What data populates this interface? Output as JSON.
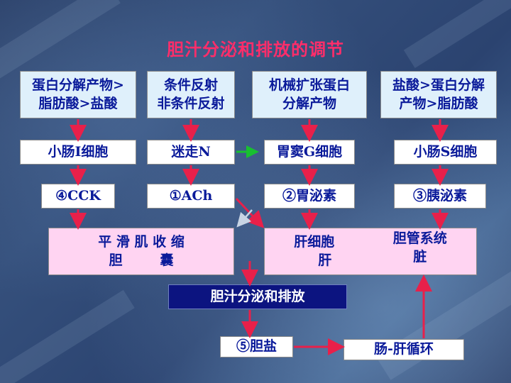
{
  "title": "胆汁分泌和排放的调节",
  "row1": [
    {
      "line1": "蛋白分解产物>",
      "line2": "脂肪酸>盐酸"
    },
    {
      "line1": "条件反射",
      "line2": "非条件反射"
    },
    {
      "line1": "机械扩张蛋白",
      "line2": "分解产物"
    },
    {
      "line1": "盐酸>蛋白分解",
      "line2": "产物>脂肪酸"
    }
  ],
  "row2": [
    "小肠I细胞",
    "迷走N",
    "胃窦G细胞",
    "小肠S细胞"
  ],
  "row3": [
    "④CCK",
    "①ACh",
    "②胃泌素",
    "③胰泌素"
  ],
  "targets": {
    "left_line1": "平 滑 肌 收 缩",
    "left_line2": "胆        囊",
    "right_col1_line1": "肝细胞",
    "right_col1_line2": "肝",
    "right_col2_line1": "胆管系统",
    "right_col2_line2": "脏"
  },
  "center": "胆汁分泌和排放",
  "bottom": {
    "bile_salt": "⑤胆盐",
    "circulation": "肠-肝循环"
  },
  "colors": {
    "title": "#ff2d6a",
    "text": "#0a1a9a",
    "arrow": "#e8204a",
    "green_arrow": "#18c030",
    "center_box": "#0c1480",
    "target_box": "#ffd4f2",
    "cause_box": "#dff0fb"
  }
}
